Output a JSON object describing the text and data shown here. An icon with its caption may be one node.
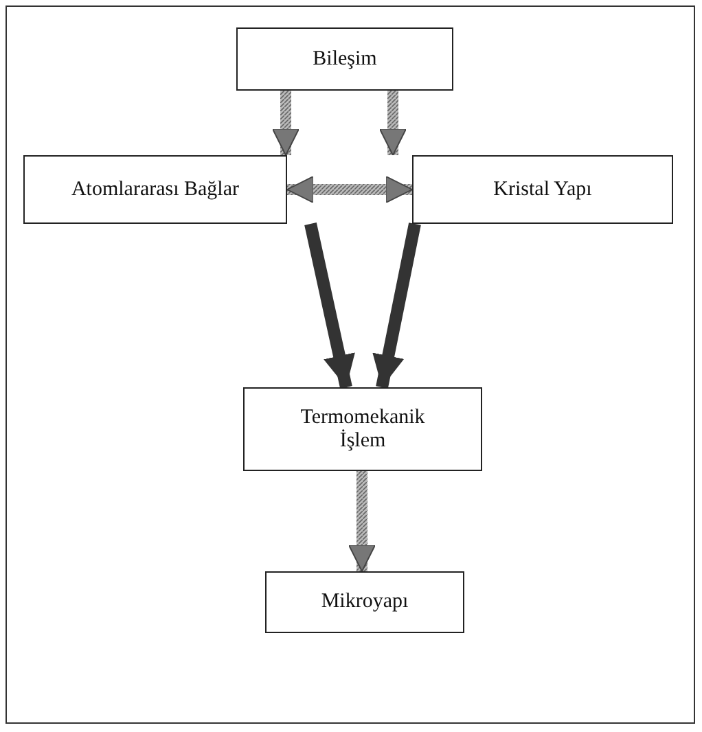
{
  "diagram": {
    "nodes": [
      {
        "text": [
          "Bileşim"
        ]
      },
      {
        "text": [
          "Atomlararası Bağlar"
        ]
      },
      {
        "text": [
          "Kristal Yapı"
        ]
      },
      {
        "text": [
          "Termomekanik İşlem"
        ]
      },
      {
        "text": [
          "Mikroyapı"
        ]
      }
    ],
    "edges": [
      {
        "from": 0,
        "to": 1,
        "arrow": "to"
      },
      {
        "from": 0,
        "to": 2,
        "arrow": "to"
      },
      {
        "from": 1,
        "to": 2,
        "arrow": "both"
      },
      {
        "from": 1,
        "to": 3,
        "arrow": "to",
        "color": "#333333"
      },
      {
        "from": 2,
        "to": 3,
        "arrow": "to",
        "color": "#333333"
      },
      {
        "from": 3,
        "to": 4,
        "arrow": "to"
      }
    ]
  }
}
